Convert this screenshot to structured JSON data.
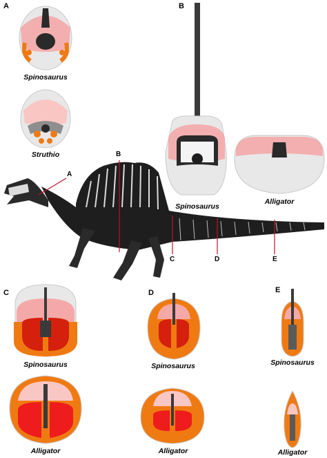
{
  "panels": {
    "a_letter": "A",
    "b_letter": "B",
    "c_letter": "C",
    "d_letter": "D",
    "e_letter": "E"
  },
  "captions": {
    "a_top": "Spinosaurus",
    "a_bottom": "Struthio",
    "b_left": "Spinosaurus",
    "b_right": "Alligator",
    "c_top": "Spinosaurus",
    "c_bottom": "Alligator",
    "d_top": "Spinosaurus",
    "d_bottom": "Alligator",
    "e_top": "Spinosaurus",
    "e_bottom": "Alligator"
  },
  "skeleton_section_labels": [
    "A",
    "B",
    "C",
    "D",
    "E"
  ],
  "colors": {
    "light_pink": "#f4a9a8",
    "pale_pink": "#f9c6c4",
    "orange": "#f07a12",
    "dark_red": "#d4200c",
    "bright_red": "#ee1c1c",
    "grey_outline": "#c9c9c9",
    "bone_dark": "#1e1e1e",
    "section_line": "#c0102a"
  }
}
